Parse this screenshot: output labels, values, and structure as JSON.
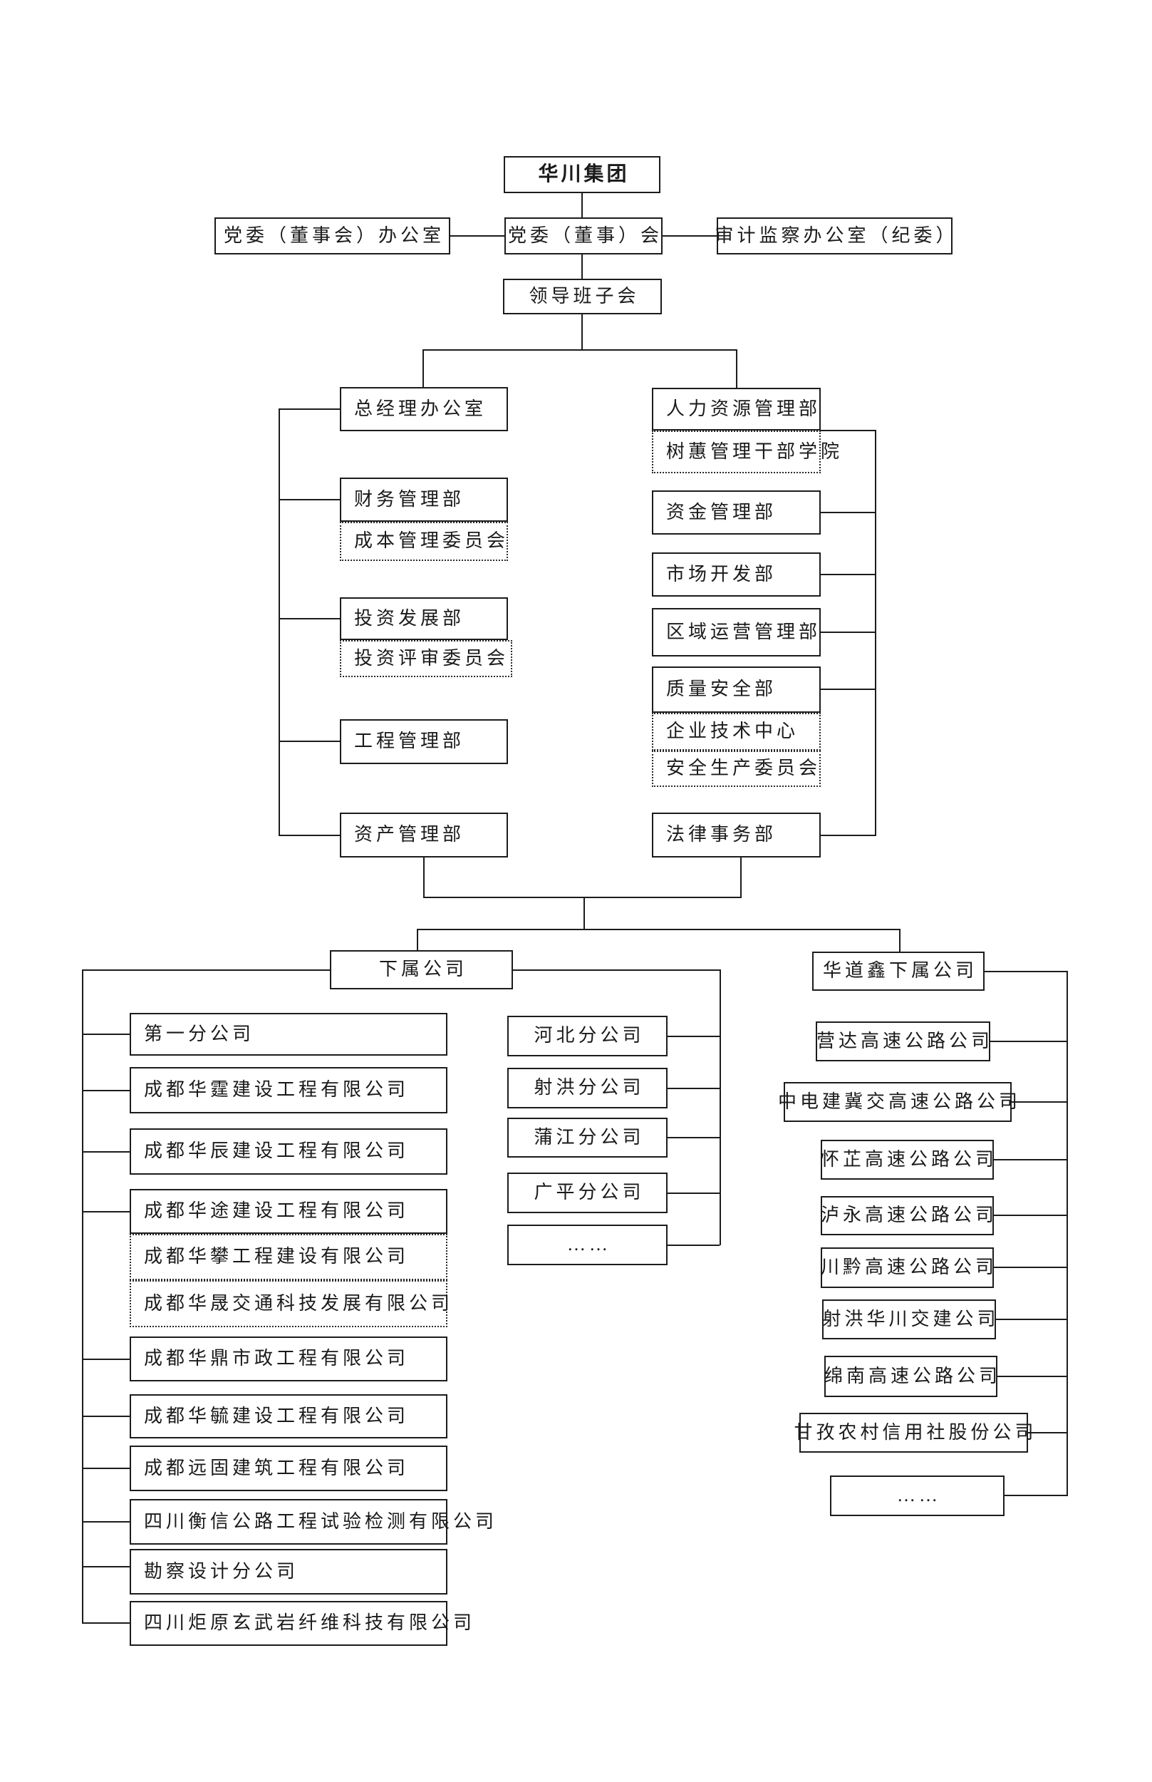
{
  "org": {
    "root": "华川集团",
    "party_office": "党委（董事会）办公室",
    "party_committee": "党委（董事）会",
    "audit_office": "审计监察办公室（纪委）",
    "leadership_meeting": "领导班子会",
    "gm_office": "总经理办公室",
    "finance_dept": "财务管理部",
    "cost_committee": "成本管理委员会",
    "investment_dept": "投资发展部",
    "investment_review_committee": "投资评审委员会",
    "engineering_dept": "工程管理部",
    "asset_dept": "资产管理部",
    "hr_dept": "人力资源管理部",
    "shuhui_academy": "树蕙管理干部学院",
    "capital_dept": "资金管理部",
    "market_dept": "市场开发部",
    "regional_ops_dept": "区域运营管理部",
    "quality_safety_dept": "质量安全部",
    "tech_center": "企业技术中心",
    "safety_committee": "安全生产委员会",
    "legal_dept": "法律事务部",
    "subsidiaries_header": "下属公司",
    "huadaoxin_header": "华道鑫下属公司"
  },
  "subsidiaries_left": [
    "第一分公司",
    "成都华霆建设工程有限公司",
    "成都华辰建设工程有限公司",
    "成都华途建设工程有限公司",
    "成都华攀工程建设有限公司",
    "成都华晟交通科技发展有限公司",
    "成都华鼎市政工程有限公司",
    "成都华毓建设工程有限公司",
    "成都远固建筑工程有限公司",
    "四川衡信公路工程试验检测有限公司",
    "勘察设计分公司",
    "四川炬原玄武岩纤维科技有限公司"
  ],
  "subsidiaries_branch": [
    "河北分公司",
    "射洪分公司",
    "蒲江分公司",
    "广平分公司",
    "……"
  ],
  "subsidiaries_huadaoxin": [
    "营达高速公路公司",
    "中电建冀交高速公路公司",
    "怀芷高速公路公司",
    "泸永高速公路公司",
    "川黔高速公路公司",
    "射洪华川交建公司",
    "绵南高速公路公司",
    "甘孜农村信用社股份公司",
    "……"
  ],
  "colors": {
    "line": "#1c1c1c",
    "text": "#1a1a1a",
    "background": "#ffffff"
  }
}
